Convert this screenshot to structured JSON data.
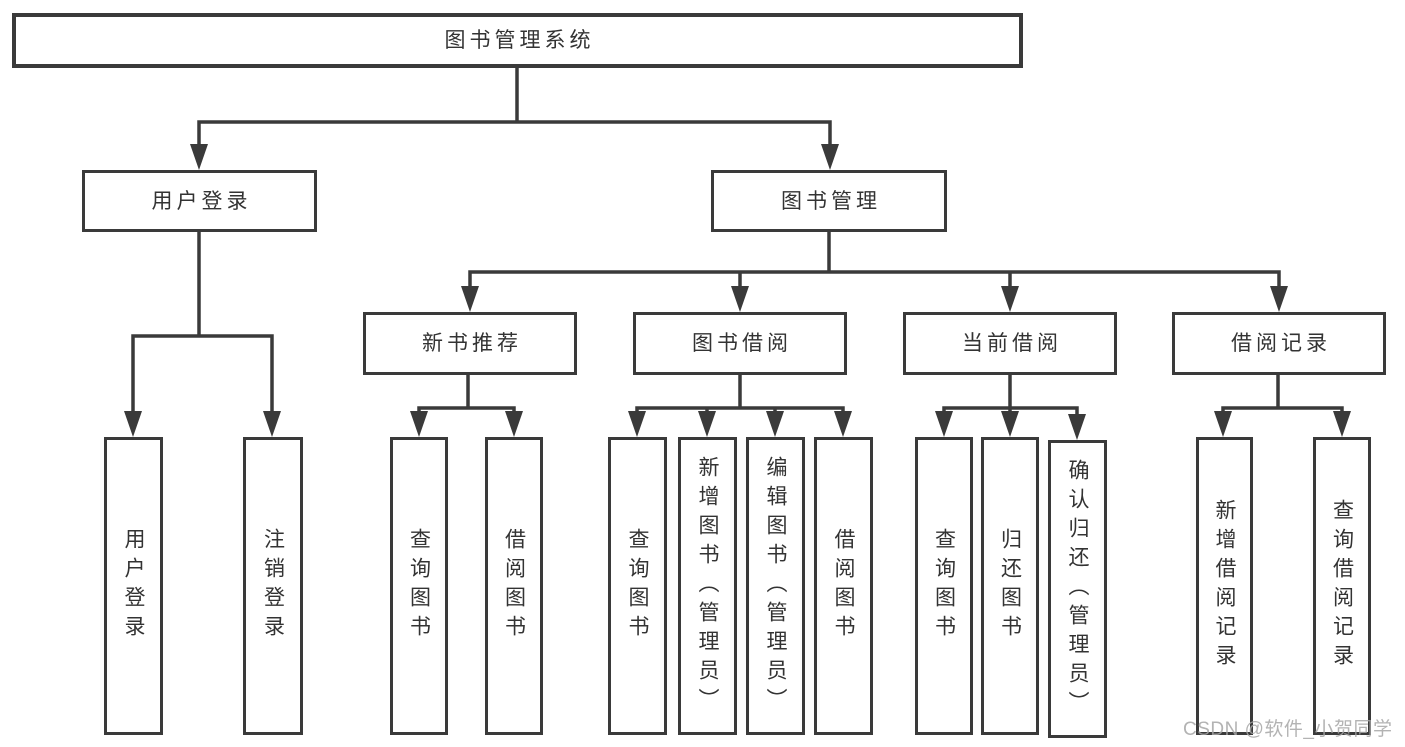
{
  "colors": {
    "line": "#3a3a3a",
    "border": "#3a3a3a",
    "text": "#333333",
    "bg": "#ffffff",
    "watermark": "#a6a6a6"
  },
  "nodes": {
    "root": {
      "label": "图书管理系统"
    },
    "level1": [
      {
        "label": "用户登录"
      },
      {
        "label": "图书管理"
      }
    ],
    "level2": [
      {
        "label": "新书推荐",
        "parent": "图书管理"
      },
      {
        "label": "图书借阅",
        "parent": "图书管理"
      },
      {
        "label": "当前借阅",
        "parent": "图书管理"
      },
      {
        "label": "借阅记录",
        "parent": "图书管理"
      }
    ],
    "leaves": [
      {
        "label": "用户登录",
        "parent": "用户登录"
      },
      {
        "label": "注销登录",
        "parent": "用户登录"
      },
      {
        "label": "查询图书",
        "parent": "新书推荐"
      },
      {
        "label": "借阅图书",
        "parent": "新书推荐"
      },
      {
        "label": "查询图书",
        "parent": "图书借阅"
      },
      {
        "label": "新增图书（管理员）",
        "parent": "图书借阅"
      },
      {
        "label": "编辑图书（管理员）",
        "parent": "图书借阅"
      },
      {
        "label": "借阅图书",
        "parent": "图书借阅"
      },
      {
        "label": "查询图书",
        "parent": "当前借阅"
      },
      {
        "label": "归还图书",
        "parent": "当前借阅"
      },
      {
        "label": "确认归还（管理员）",
        "parent": "当前借阅"
      },
      {
        "label": "新增借阅记录",
        "parent": "借阅记录"
      },
      {
        "label": "查询借阅记录",
        "parent": "借阅记录"
      }
    ]
  },
  "watermark": {
    "text": "CSDN @软件_小贺同学"
  }
}
